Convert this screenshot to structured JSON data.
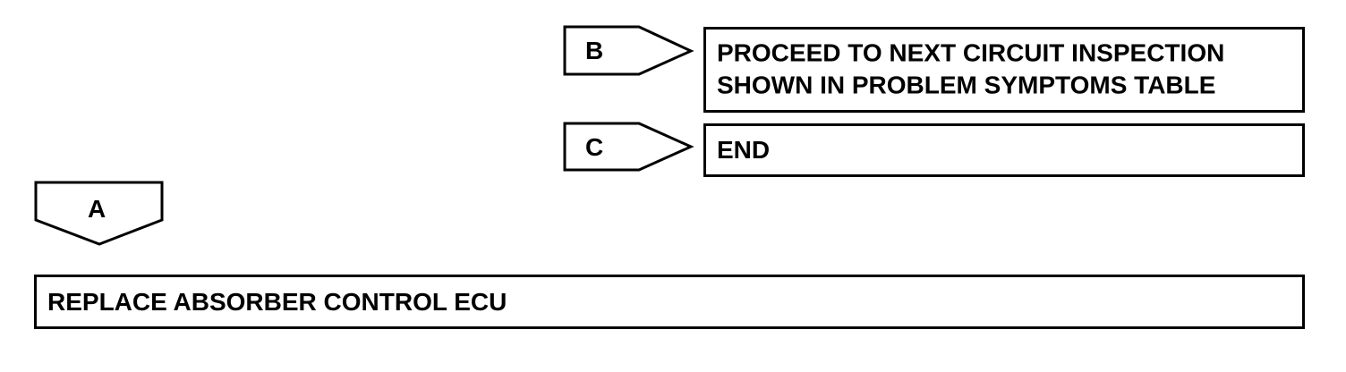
{
  "flow": {
    "branch_b": {
      "label": "B",
      "result_line1": "PROCEED TO NEXT CIRCUIT INSPECTION",
      "result_line2": "SHOWN IN PROBLEM SYMPTOMS TABLE"
    },
    "branch_c": {
      "label": "C",
      "result": "END"
    },
    "branch_a": {
      "label": "A",
      "result": "REPLACE ABSORBER CONTROL ECU"
    }
  },
  "colors": {
    "stroke": "#000000",
    "background": "#ffffff"
  }
}
